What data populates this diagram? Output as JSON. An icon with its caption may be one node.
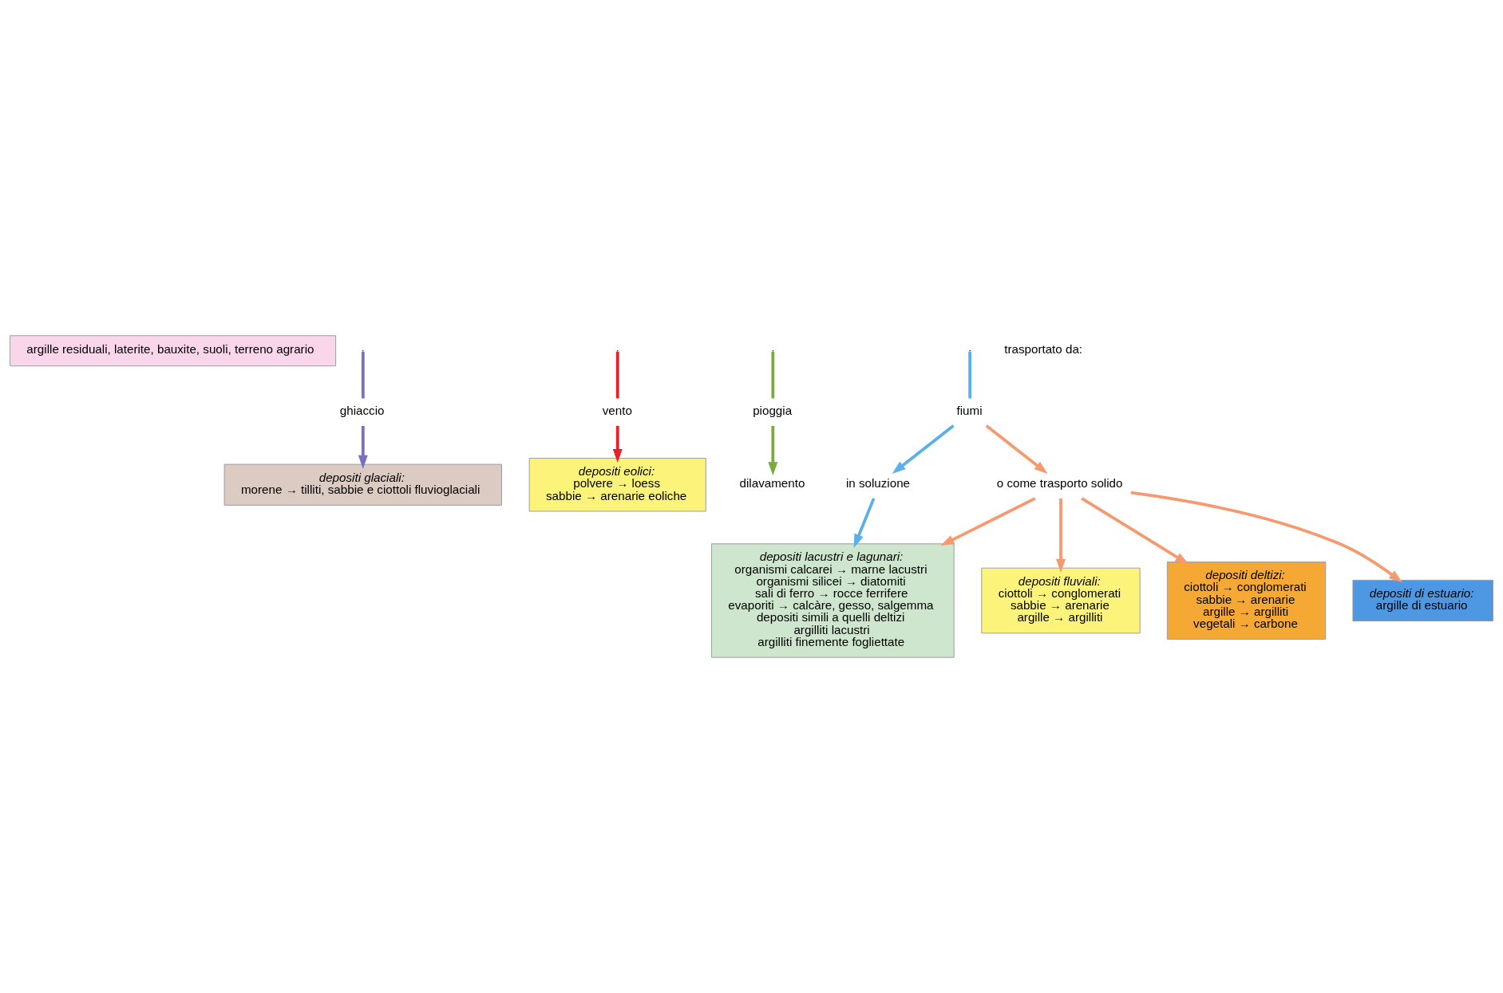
{
  "diagram": {
    "nodes": [
      {
        "text": [
          "argille residuali, laterite, bauxite, suoli, terreno agrario"
        ]
      },
      {
        "text": [
          "ghiaccio"
        ]
      },
      {
        "text": [
          "depositi glaciali:",
          "morene → tilliti, sabbie e ciottoli fluvioglaciali"
        ]
      },
      {
        "text": [
          "vento"
        ]
      },
      {
        "text": [
          "depositi eolici:",
          "polvere → loess",
          "sabbie → arenarie eoliche"
        ]
      },
      {
        "text": [
          "pioggia"
        ]
      },
      {
        "text": [
          "dilavamento"
        ]
      },
      {
        "text": [
          "fiumi"
        ]
      },
      {
        "text": [
          "in soluzione"
        ]
      },
      {
        "text": [
          "o come trasporto solido"
        ]
      },
      {
        "text": [
          "depositi fluviali:",
          "ciottoli → conglomerati",
          "sabbie → arenarie",
          "argille → argilliti"
        ]
      },
      {
        "text": [
          "depositi deltizi:",
          "ciottoli → conglomerati",
          "sabbie → arenarie",
          "argille → argilliti",
          "vegetali → carbone"
        ]
      },
      {
        "text": [
          "depositi di estuario:",
          "argille di estuario"
        ]
      },
      {
        "text": [
          "depositi lacustri e lagunari:",
          "organismi calcarei → marne lacustri",
          "organismi silicei → diatomiti",
          "sali di ferro → rocce ferrifere",
          "evaporiti → calcàre, gesso, salgemma",
          "depositi simili a quelli deltizi",
          "argilliti lacustri",
          "argilliti finemente fogliettate"
        ]
      }
    ],
    "edges": [
      {
        "from": null,
        "to": 1,
        "arrow": "none",
        "color": "#7b6fc0"
      },
      {
        "from": null,
        "to": 3,
        "arrow": "none",
        "color": "#e8202a"
      },
      {
        "from": null,
        "to": 5,
        "arrow": "none",
        "color": "#7aab3c"
      },
      {
        "from": null,
        "to": 7,
        "arrow": "none",
        "color": "#5ab0e8"
      },
      {
        "from": 1,
        "to": 2,
        "arrow": "to",
        "color": "#7b6fc0"
      },
      {
        "from": 3,
        "to": 4,
        "arrow": "to",
        "color": "#e8202a"
      },
      {
        "from": 5,
        "to": 6,
        "arrow": "to",
        "color": "#7aab3c"
      },
      {
        "from": 7,
        "to": 8,
        "arrow": "to",
        "color": "#5ab0e8"
      },
      {
        "from": 7,
        "to": 9,
        "arrow": "to"
      },
      {
        "from": 9,
        "to": 10,
        "arrow": "to"
      },
      {
        "from": 9,
        "to": 11,
        "arrow": "to"
      },
      {
        "from": 9,
        "to": 12,
        "arrow": "to"
      },
      {
        "from": 9,
        "to": 13,
        "arrow": "to"
      },
      {
        "from": 8,
        "to": 13,
        "arrow": "to",
        "color": "#5ab0e8"
      }
    ],
    "labels": [
      "trasportato da:"
    ]
  }
}
